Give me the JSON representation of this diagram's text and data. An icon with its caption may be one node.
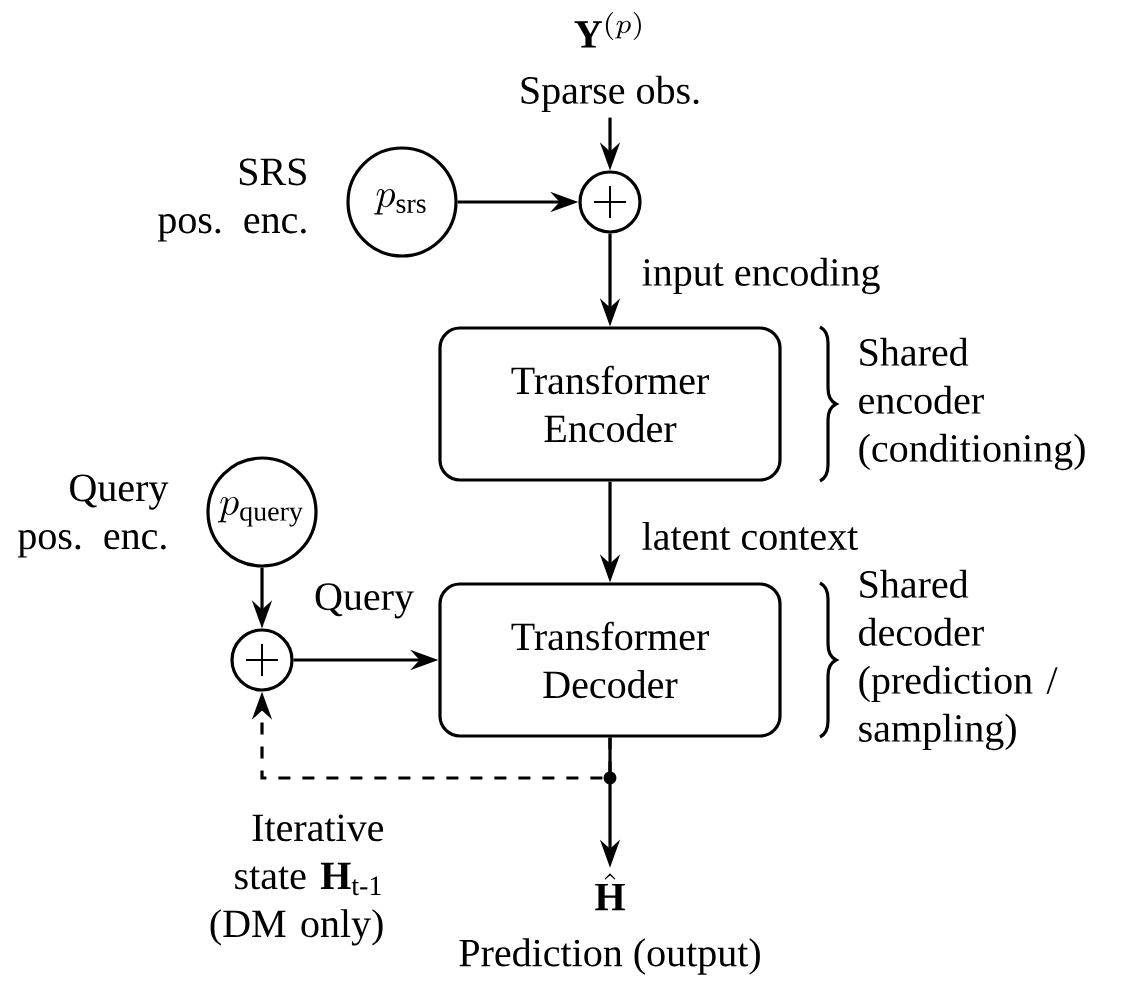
{
  "diagram": {
    "nodes": [
      {
        "text": [
          "\\mathbf{Y}^{(p)}",
          "Sparse obs."
        ]
      },
      {
        "text": [],
        "shape": "circle"
      },
      {
        "text": [
          "p_{\\mathrm{srs}}"
        ],
        "beside": [
          "SRS pos. enc."
        ]
      },
      {
        "text": [
          "Transformer Encoder"
        ],
        "beside": [
          "Shared encoder (conditioning)"
        ]
      },
      {
        "text": [
          "p_{\\mathrm{query}}"
        ],
        "beside": [
          "Query pos. enc."
        ]
      },
      {
        "text": [],
        "shape": "circle"
      },
      {
        "text": [
          "Transformer Decoder"
        ],
        "beside": [
          "Shared decoder (prediction / sampling)"
        ]
      },
      {
        "text": [
          "\\hat{\\mathbf{H}}",
          "Prediction (output)"
        ]
      }
    ],
    "edges": [
      {
        "from": 0,
        "to": 1,
        "arrow": "to"
      },
      {
        "from": 2,
        "to": 1,
        "arrow": "to"
      },
      {
        "from": 1,
        "to": 3,
        "arrow": "to",
        "label": "input encoding"
      },
      {
        "from": 3,
        "to": 6,
        "arrow": "to",
        "label": "latent context"
      },
      {
        "from": 4,
        "to": 5,
        "arrow": "to"
      },
      {
        "from": 5,
        "to": 6,
        "arrow": "to",
        "label": "Query"
      },
      {
        "from": 6,
        "to": 7,
        "arrow": "to"
      },
      {
        "from": 6,
        "to": 5,
        "arrow": "to",
        "style": "dashed",
        "label": "Iterative state **H**$_{t-1}$ (DM only)"
      }
    ]
  }
}
